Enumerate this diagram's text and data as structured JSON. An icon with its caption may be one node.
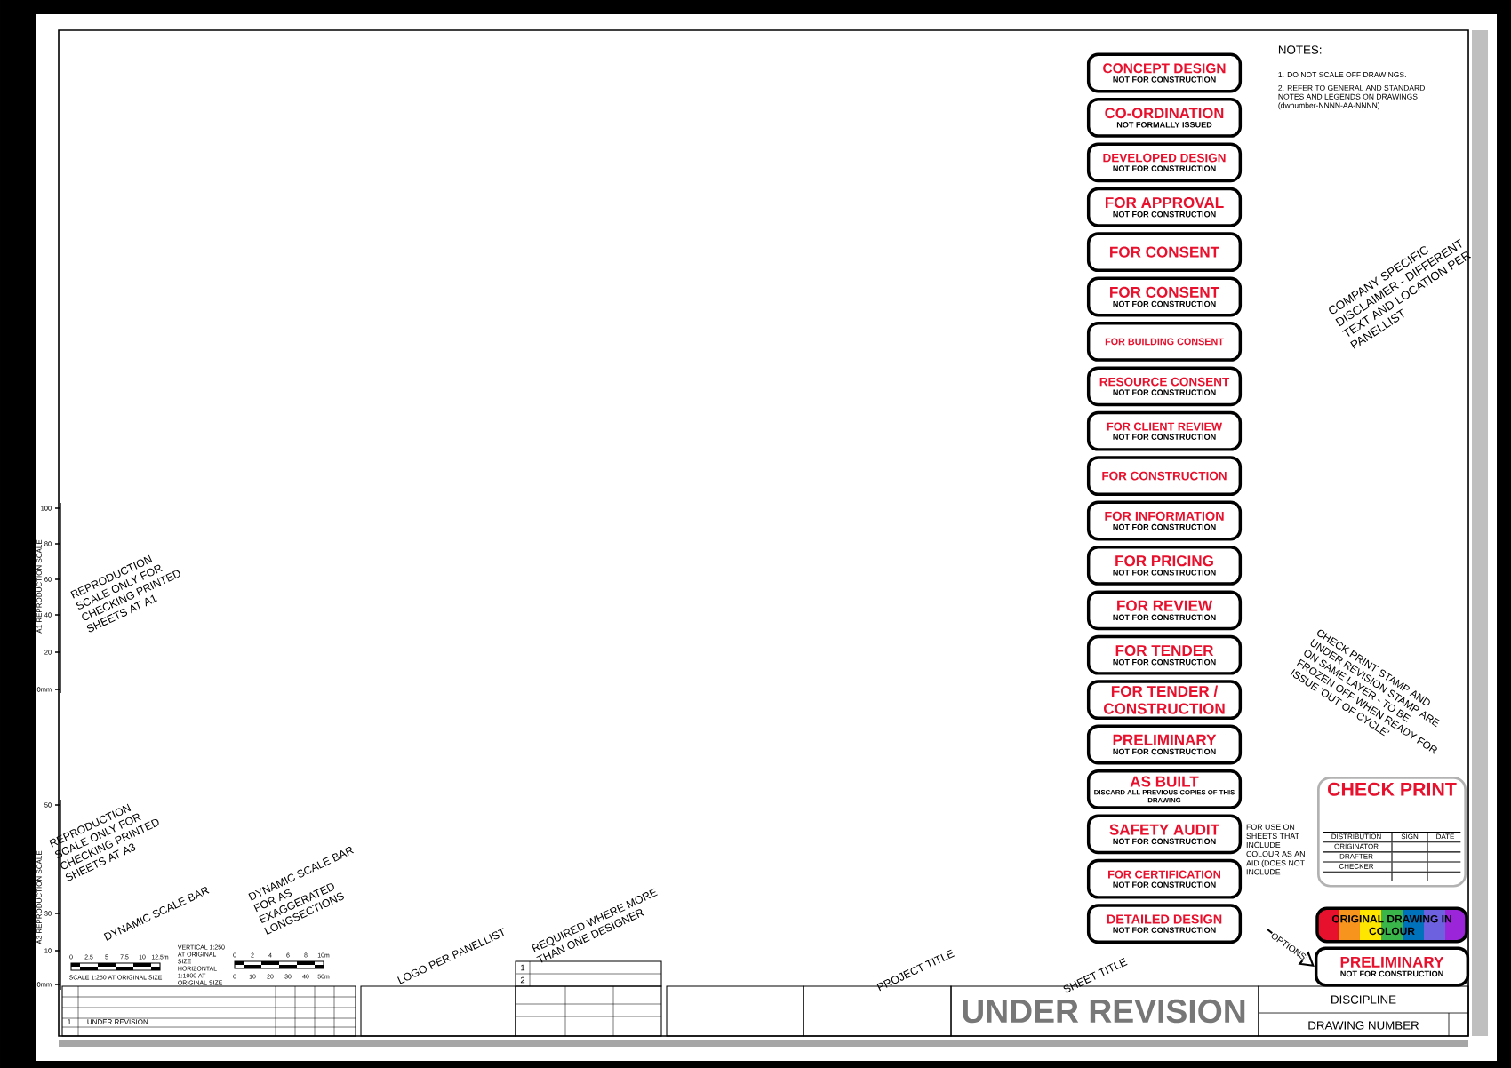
{
  "diagram": {
    "nodes": [
      {
        "text": [
          "CONCEPT DESIGN",
          "NOT FOR CONSTRUCTION"
        ]
      },
      {
        "text": [
          "CO-ORDINATION",
          "NOT FORMALLY ISSUED"
        ]
      },
      {
        "text": [
          "DEVELOPED DESIGN",
          "NOT FOR CONSTRUCTION"
        ]
      },
      {
        "text": [
          "FOR APPROVAL",
          "NOT FOR CONSTRUCTION"
        ]
      },
      {
        "text": [
          "FOR CONSENT"
        ]
      },
      {
        "text": [
          "FOR CONSENT",
          "NOT FOR CONSTRUCTION"
        ]
      },
      {
        "text": [
          "FOR BUILDING CONSENT"
        ]
      },
      {
        "text": [
          "RESOURCE CONSENT",
          "NOT FOR CONSTRUCTION"
        ]
      },
      {
        "text": [
          "FOR CLIENT REVIEW",
          "NOT FOR CONSTRUCTION"
        ]
      },
      {
        "text": [
          "FOR CONSTRUCTION"
        ]
      },
      {
        "text": [
          "FOR INFORMATION",
          "NOT FOR CONSTRUCTION"
        ]
      },
      {
        "text": [
          "FOR PRICING",
          "NOT FOR CONSTRUCTION"
        ]
      },
      {
        "text": [
          "FOR REVIEW",
          "NOT FOR CONSTRUCTION"
        ]
      },
      {
        "text": [
          "FOR TENDER",
          "NOT FOR CONSTRUCTION"
        ]
      },
      {
        "text": [
          "FOR TENDER / CONSTRUCTION"
        ]
      },
      {
        "text": [
          "PRELIMINARY",
          "NOT FOR CONSTRUCTION"
        ]
      },
      {
        "text": [
          "AS BUILT",
          "DISCARD ALL PREVIOUS COPIES OF THIS DRAWING"
        ]
      },
      {
        "text": [
          "SAFETY AUDIT",
          "NOT FOR CONSTRUCTION"
        ]
      },
      {
        "text": [
          "FOR CERTIFICATION",
          "NOT FOR CONSTRUCTION"
        ]
      },
      {
        "text": [
          "DETAILED DESIGN",
          "NOT FOR CONSTRUCTION"
        ]
      },
      {
        "text": [
          "CHECK PRINT",
          "DISTRIBUTION",
          "SIGN",
          "DATE",
          "ORIGINATOR",
          "DRAFTER",
          "CHECKER"
        ]
      },
      {
        "text": [
          "ORIGINAL DRAWING IN COLOUR"
        ]
      },
      {
        "text": [
          "PRELIMINARY",
          "NOT FOR CONSTRUCTION"
        ]
      }
    ],
    "edges": [
      {
        "from": null,
        "to": 22,
        "arrow": "to",
        "label": "OPTIONS"
      }
    ],
    "labels": [
      "NOTES:",
      "1. DO NOT SCALE OFF DRAWINGS.",
      "2. REFER TO GENERAL AND STANDARD NOTES AND LEGENDS ON DRAWINGS (dwnumber-NNNN-AA-NNNN)",
      "COMPANY SPECIFIC DISCLAIMER - DIFFERENT TEXT AND LOCATION PER PANELLIST",
      "REPRODUCTION SCALE ONLY FOR CHECKING PRINTED SHEETS AT A1",
      "REPRODUCTION SCALE ONLY FOR CHECKING PRINTED SHEETS AT A3",
      "DYNAMIC SCALE BAR",
      "DYNAMIC SCALE BAR FOR AS EXAGGERATED LONGSECTIONS",
      "LOGO PER PANELLIST",
      "REQUIRED WHERE MORE THAN ONE DESIGNER",
      "PROJECT TITLE",
      "SHEET TITLE",
      "CHECK PRINT STAMP AND UNDER REVISION STAMP ARE ON SAME LAYER - TO BE FROZEN OFF WHEN READY FOR ISSUE 'OUT OF CYCLE'",
      "FOR USE ON SHEETS THAT INCLUDE COLOUR AS AN AID (DOES NOT INCLUDE",
      "A1 REPRODUCTION SCALE",
      "100",
      "80",
      "60",
      "40",
      "20",
      "0mm",
      "A3 REPRODUCTION SCALE",
      "50",
      "30",
      "10",
      "0mm",
      "0",
      "2.5",
      "5",
      "7.5",
      "10",
      "12.5m",
      "SCALE 1:250 AT ORIGINAL SIZE",
      "VERTICAL 1:250 AT ORIGINAL SIZE",
      "HORIZONTAL 1:1000 AT ORIGINAL SIZE",
      "0",
      "2",
      "4",
      "6",
      "8",
      "10m",
      "0",
      "10",
      "20",
      "30",
      "40",
      "50m",
      "1",
      "UNDER REVISION",
      "1",
      "2",
      "UNDER REVISION",
      "DISCIPLINE",
      "DRAWING NUMBER"
    ]
  }
}
